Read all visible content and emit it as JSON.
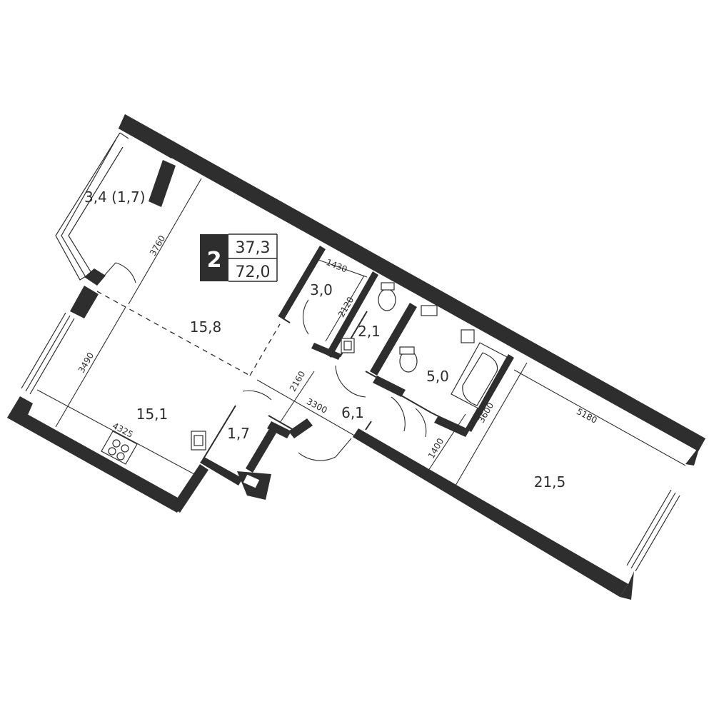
{
  "badge": {
    "rooms": "2",
    "living_area": "37,3",
    "total_area": "72,0"
  },
  "rooms": {
    "balcony": "3,4 (1,7)",
    "living": "15,8",
    "kitchen": "15,1",
    "storage": "3,0",
    "wc": "2,1",
    "bathroom": "5,0",
    "hall": "6,1",
    "closet": "1,7",
    "bedroom": "21,5"
  },
  "dimensions": {
    "d3760": "3760",
    "d3490": "3490",
    "d4325": "4325",
    "d1430": "1430",
    "d2120": "2120",
    "d2160": "2160",
    "d3300": "3300",
    "d3600": "3600",
    "d1400": "1400",
    "d5180": "5180"
  }
}
